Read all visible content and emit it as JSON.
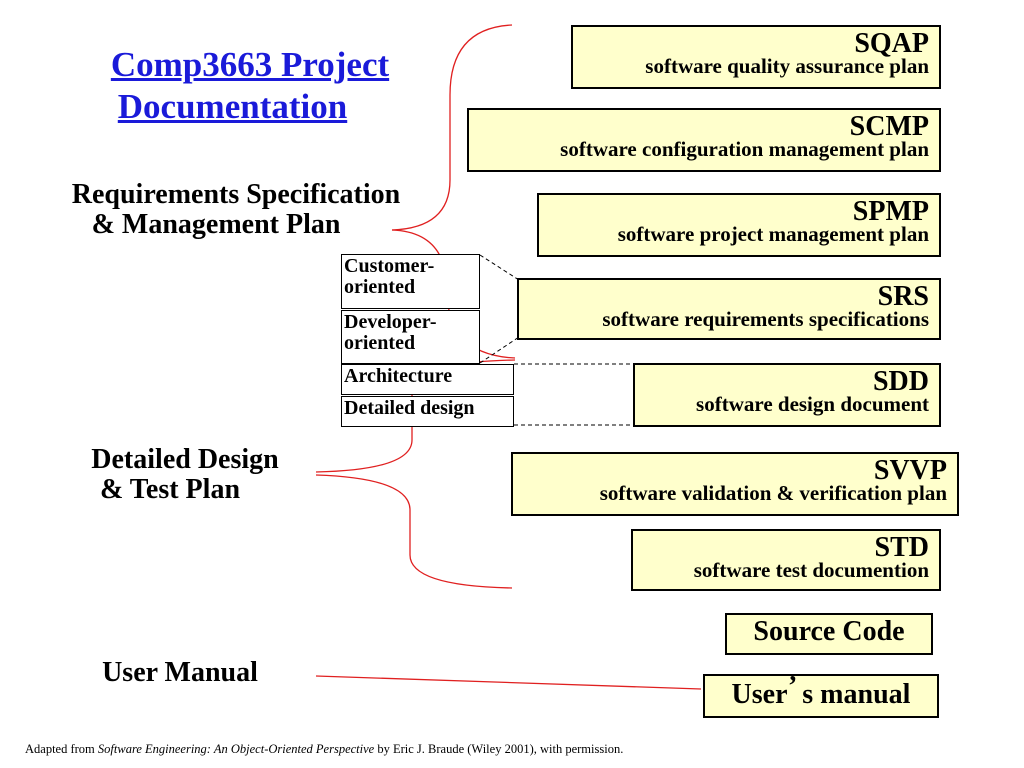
{
  "title": {
    "line1": "Comp3663 Project",
    "line2": " Documentation"
  },
  "left_headings": {
    "requirements": {
      "line1": "Requirements Specification",
      "line2": "& Management Plan"
    },
    "design": {
      "line1": "Detailed Design",
      "line2": "& Test Plan"
    },
    "user_manual": "User Manual"
  },
  "doc_boxes": {
    "sqap": {
      "abbr": "SQAP",
      "full": "software quality assurance plan"
    },
    "scmp": {
      "abbr": "SCMP",
      "full": "software configuration management plan"
    },
    "spmp": {
      "abbr": "SPMP",
      "full": "software project management plan"
    },
    "srs": {
      "abbr": "SRS",
      "full": "software requirements specifications"
    },
    "sdd": {
      "abbr": "SDD",
      "full": "software design document"
    },
    "svvp": {
      "abbr": "SVVP",
      "full": "software validation & verification plan"
    },
    "std": {
      "abbr": "STD",
      "full": "software test documention"
    }
  },
  "source_code": "Source Code",
  "users_manual": {
    "pre": "User",
    "apos": "’",
    "post": " s manual"
  },
  "breakdown": {
    "customer": {
      "line1": "Customer-",
      "line2": "oriented"
    },
    "developer": {
      "line1": "Developer-",
      "line2": "oriented"
    },
    "architecture": "Architecture",
    "detailed": "Detailed design"
  },
  "footer": {
    "prefix": "Adapted from ",
    "book": "Software Engineering: An Object-Oriented Perspective",
    "suffix": " by Eric J. Braude (Wiley 2001), with permission."
  },
  "colors": {
    "title": "#1a1ad9",
    "box_fill": "#ffffcc",
    "connector": "#e02020"
  }
}
